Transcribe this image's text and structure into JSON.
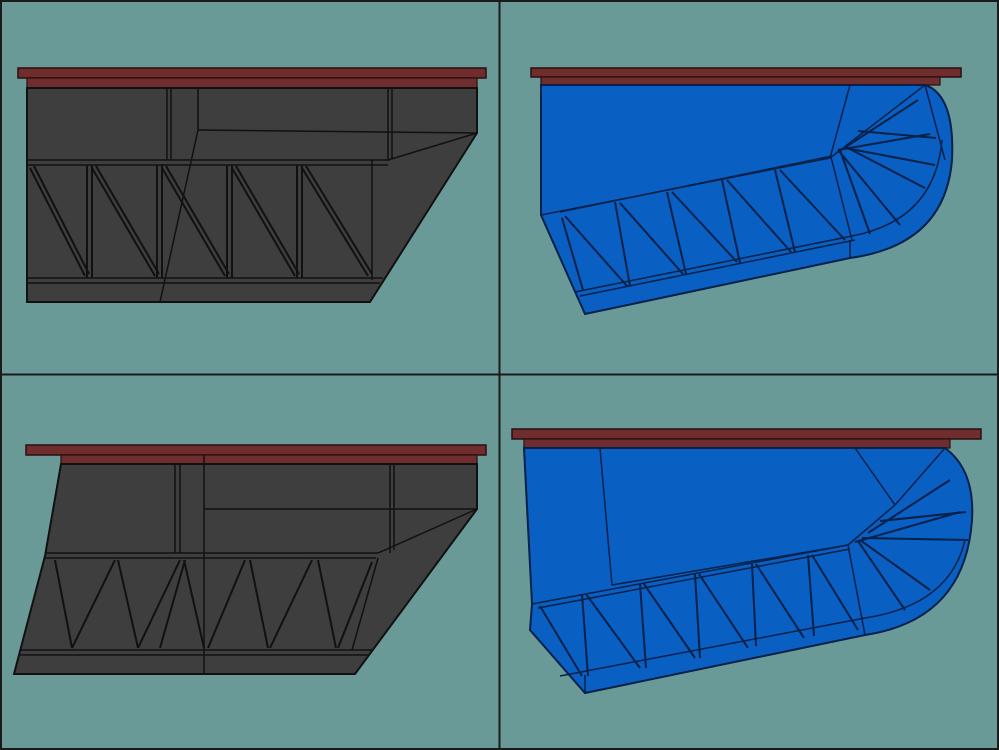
{
  "colors": {
    "background": "#699a98",
    "border": "#1a1a1a",
    "deck": "#6f2d2d",
    "deck_edge": "#2a0f0f",
    "dark_hull": "#3e3e3e",
    "dark_hull_face": "#333333",
    "dark_line": "#111111",
    "blue_hull": "#0a5fc2",
    "blue_hull_face": "#0850a5",
    "blue_line": "#04214a"
  },
  "panels": [
    {
      "name": "panel-top-left",
      "variant": "dark-angular"
    },
    {
      "name": "panel-top-right",
      "variant": "blue-rounded"
    },
    {
      "name": "panel-bottom-left",
      "variant": "dark-angular"
    },
    {
      "name": "panel-bottom-right",
      "variant": "blue-rounded"
    }
  ]
}
